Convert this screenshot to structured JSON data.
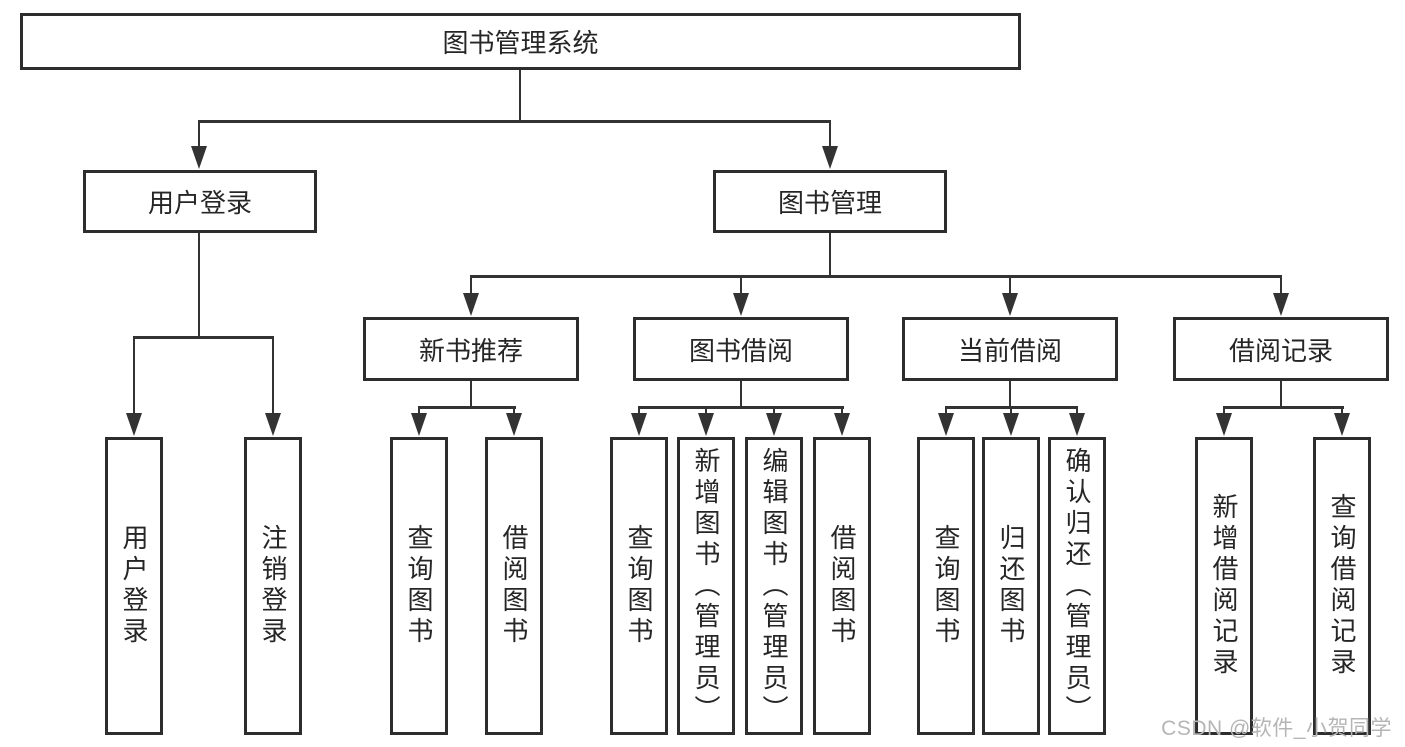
{
  "colors": {
    "line": "#333333",
    "box_border": "#2d2d2d",
    "text": "#262626",
    "background": "#ffffff",
    "watermark": "#b5b5b5"
  },
  "diagram": {
    "root": {
      "label": "图书管理系统"
    },
    "branches": [
      {
        "label": "用户登录",
        "children": [
          {
            "label": "用户登录"
          },
          {
            "label": "注销登录"
          }
        ]
      },
      {
        "label": "图书管理",
        "children": [
          {
            "label": "新书推荐",
            "children": [
              {
                "label": "查询图书"
              },
              {
                "label": "借阅图书"
              }
            ]
          },
          {
            "label": "图书借阅",
            "children": [
              {
                "label": "查询图书"
              },
              {
                "label": "新增图书（管理员）"
              },
              {
                "label": "编辑图书（管理员）"
              },
              {
                "label": "借阅图书"
              }
            ]
          },
          {
            "label": "当前借阅",
            "children": [
              {
                "label": "查询图书"
              },
              {
                "label": "归还图书"
              },
              {
                "label": "确认归还（管理员）"
              }
            ]
          },
          {
            "label": "借阅记录",
            "children": [
              {
                "label": "新增借阅记录"
              },
              {
                "label": "查询借阅记录"
              }
            ]
          }
        ]
      }
    ]
  },
  "watermark": {
    "text": "CSDN @软件_小贺同学"
  }
}
